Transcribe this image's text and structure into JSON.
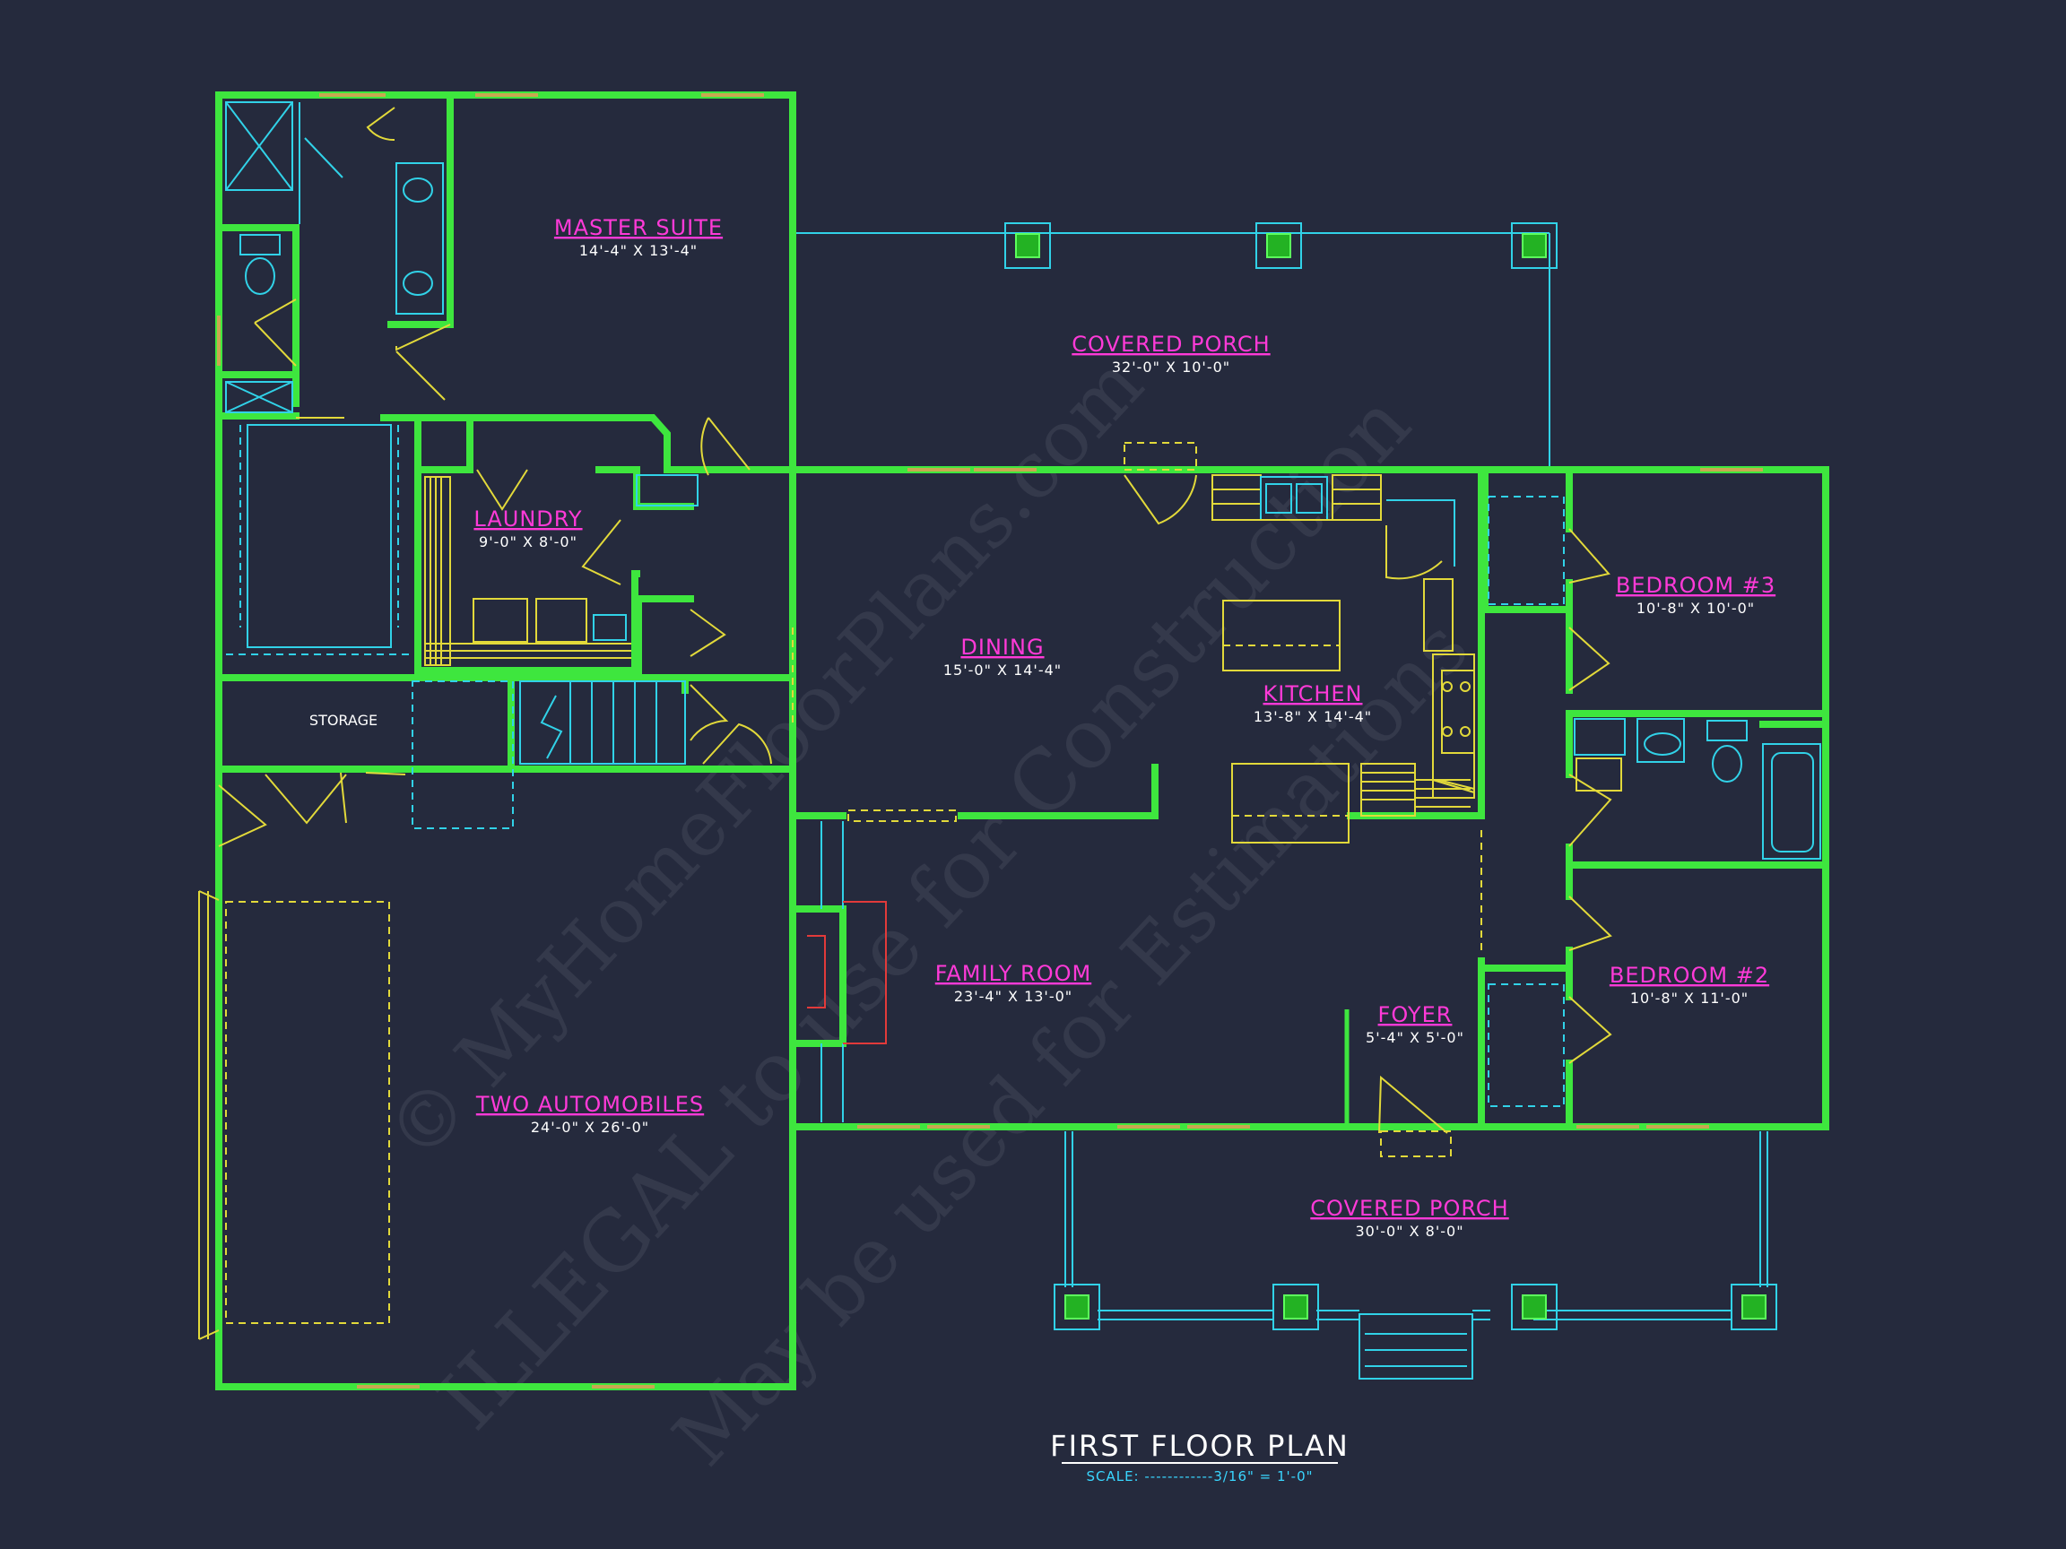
{
  "plan": {
    "title": "FIRST FLOOR PLAN",
    "scale": "SCALE: ------------3/16\" = 1'-0\""
  },
  "rooms": {
    "master_suite": {
      "name": "MASTER SUITE",
      "dim": "14'-4\" X 13'-4\""
    },
    "covered_porch_rear": {
      "name": "COVERED PORCH",
      "dim": "32'-0\" X 10'-0\""
    },
    "laundry": {
      "name": "LAUNDRY",
      "dim": "9'-0\" X 8'-0\""
    },
    "dining": {
      "name": "DINING",
      "dim": "15'-0\" X 14'-4\""
    },
    "kitchen": {
      "name": "KITCHEN",
      "dim": "13'-8\" X 14'-4\""
    },
    "bedroom3": {
      "name": "BEDROOM #3",
      "dim": "10'-8\" X 10'-0\""
    },
    "storage": {
      "name": "STORAGE"
    },
    "family_room": {
      "name": "FAMILY ROOM",
      "dim": "23'-4\" X 13'-0\""
    },
    "foyer": {
      "name": "FOYER",
      "dim": "5'-4\" X 5'-0\""
    },
    "bedroom2": {
      "name": "BEDROOM #2",
      "dim": "10'-8\" X 11'-0\""
    },
    "garage": {
      "name": "TWO AUTOMOBILES",
      "dim": "24'-0\" X 26'-0\""
    },
    "covered_porch_front": {
      "name": "COVERED PORCH",
      "dim": "30'-0\" X 8'-0\""
    }
  },
  "watermark": {
    "line1": "© MyHomeFloorPlans.com",
    "line2": "ILLEGAL to use for Construction",
    "line3": "May be used for Estimations"
  },
  "colors": {
    "background": "#252a3d",
    "walls": "#3ee63e",
    "fixtures": "#31d2e8",
    "doors": "#e2d93a",
    "room_labels": "#ff3ad8"
  }
}
